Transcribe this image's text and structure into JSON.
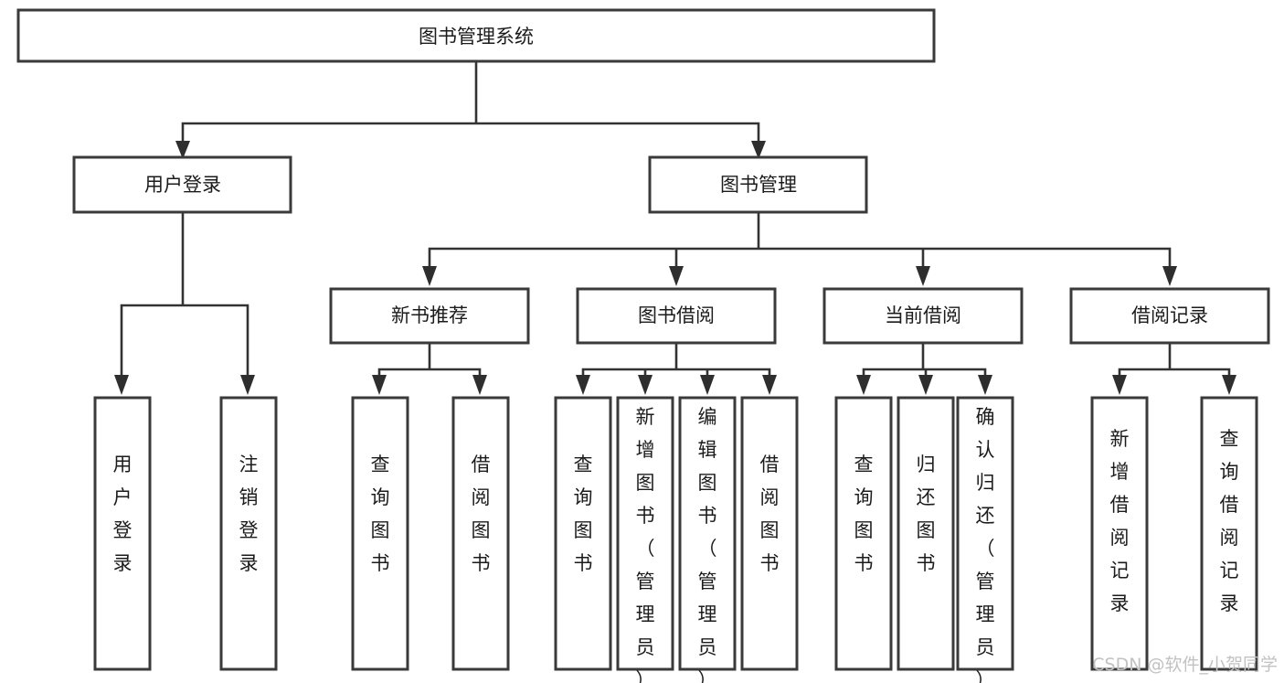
{
  "diagram": {
    "type": "tree-hierarchy-chart",
    "title": "图书管理系统",
    "orientation": "top-down",
    "colors": {
      "box_stroke": "#3a3a3a",
      "box_fill": "#ffffff",
      "connector": "#333333",
      "text": "#1b1b1b",
      "watermark": "#c2c2c2",
      "background": "#ffffff"
    },
    "root": {
      "id": "root",
      "label": "图书管理系统",
      "orientation": "horizontal"
    },
    "level2": [
      {
        "id": "user-login",
        "label": "用户登录",
        "orientation": "horizontal"
      },
      {
        "id": "book-manage",
        "label": "图书管理",
        "orientation": "horizontal"
      }
    ],
    "level3": [
      {
        "id": "new-book-recommend",
        "label": "新书推荐",
        "orientation": "horizontal",
        "parent": "book-manage"
      },
      {
        "id": "book-borrow",
        "label": "图书借阅",
        "orientation": "horizontal",
        "parent": "book-manage"
      },
      {
        "id": "current-borrow",
        "label": "当前借阅",
        "orientation": "horizontal",
        "parent": "book-manage"
      },
      {
        "id": "borrow-record",
        "label": "借阅记录",
        "orientation": "horizontal",
        "parent": "book-manage"
      }
    ],
    "leaves": [
      {
        "id": "leaf-user-login",
        "label": "用户登录",
        "orientation": "vertical",
        "parent": "user-login"
      },
      {
        "id": "leaf-user-logout",
        "label": "注销登录",
        "orientation": "vertical",
        "parent": "user-login"
      },
      {
        "id": "leaf-query-book-1",
        "label": "查询图书",
        "orientation": "vertical",
        "parent": "new-book-recommend"
      },
      {
        "id": "leaf-borrow-book-1",
        "label": "借阅图书",
        "orientation": "vertical",
        "parent": "new-book-recommend"
      },
      {
        "id": "leaf-query-book-2",
        "label": "查询图书",
        "orientation": "vertical",
        "parent": "book-borrow"
      },
      {
        "id": "leaf-add-book",
        "label": "新增图书（管理员）",
        "orientation": "vertical",
        "parent": "book-borrow"
      },
      {
        "id": "leaf-edit-book",
        "label": "编辑图书（管理员）",
        "orientation": "vertical",
        "parent": "book-borrow"
      },
      {
        "id": "leaf-borrow-book-2",
        "label": "借阅图书",
        "orientation": "vertical",
        "parent": "book-borrow"
      },
      {
        "id": "leaf-query-book-3",
        "label": "查询图书",
        "orientation": "vertical",
        "parent": "current-borrow"
      },
      {
        "id": "leaf-return-book",
        "label": "归还图书",
        "orientation": "vertical",
        "parent": "current-borrow"
      },
      {
        "id": "leaf-confirm-return",
        "label": "确认归还（管理员）",
        "orientation": "vertical",
        "parent": "current-borrow"
      },
      {
        "id": "leaf-add-record",
        "label": "新增借阅记录",
        "orientation": "vertical",
        "parent": "borrow-record"
      },
      {
        "id": "leaf-query-record",
        "label": "查询借阅记录",
        "orientation": "vertical",
        "parent": "borrow-record"
      }
    ]
  },
  "watermark": {
    "text": "CSDN @软件_小贺同学"
  }
}
